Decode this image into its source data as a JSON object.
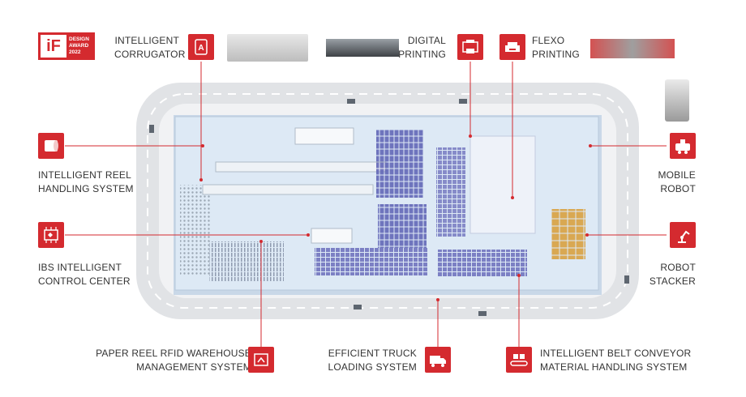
{
  "award": {
    "line1": "DESIGN",
    "line2": "AWARD",
    "line3": "2022"
  },
  "labels": {
    "corrugator": [
      "INTELLIGENT",
      "CORRUGATOR"
    ],
    "digital": [
      "DIGITAL",
      "PRINTING"
    ],
    "flexo": [
      "FLEXO",
      "PRINTING"
    ],
    "reel": [
      "INTELLIGENT REEL",
      "HANDLING SYSTEM"
    ],
    "ibs": [
      "IBS INTELLIGENT",
      "CONTROL CENTER"
    ],
    "mobile": [
      "MOBILE",
      "ROBOT"
    ],
    "stacker": [
      "ROBOT",
      "STACKER"
    ],
    "rfid": [
      "PAPER REEL RFID WAREHOUSE",
      "MANAGEMENT SYSTEM"
    ],
    "truck": [
      "EFFICIENT TRUCK",
      "LOADING SYSTEM"
    ],
    "belt": [
      "INTELLIGENT BELT CONVEYOR",
      "MATERIAL HANDLING SYSTEM"
    ]
  },
  "icons": {
    "corrugator": "corrugator-icon",
    "digital": "digital-printer-icon",
    "flexo": "flexo-printer-icon",
    "reel": "paper-reel-icon",
    "ibs": "control-center-icon",
    "mobile": "mobile-robot-icon",
    "stacker": "robot-arm-icon",
    "rfid": "rfid-warehouse-icon",
    "truck": "truck-loading-icon",
    "belt": "belt-conveyor-icon"
  },
  "colors": {
    "accent": "#d42a2f",
    "connector": "#d42a2f",
    "road": "#e3e5e8",
    "floor": "#dce8f4",
    "machine": "#5b5fb3"
  }
}
